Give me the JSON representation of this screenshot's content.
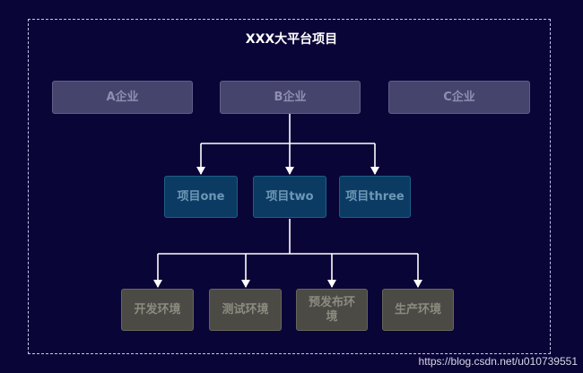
{
  "title": "XXX大平台项目",
  "companies": [
    "A企业",
    "B企业",
    "C企业"
  ],
  "projects": [
    "项目one",
    "项目two",
    "项目three"
  ],
  "environments": [
    "开发环境",
    "测试环境",
    "预发布环境",
    "生产环境"
  ],
  "watermark": "https://blog.csdn.net/u010739551",
  "colors": {
    "background": "#0a0537",
    "company_fill": "#45446c",
    "project_fill": "#0b3b63",
    "environment_fill": "#4b4a44",
    "connector": "#ffffff"
  }
}
